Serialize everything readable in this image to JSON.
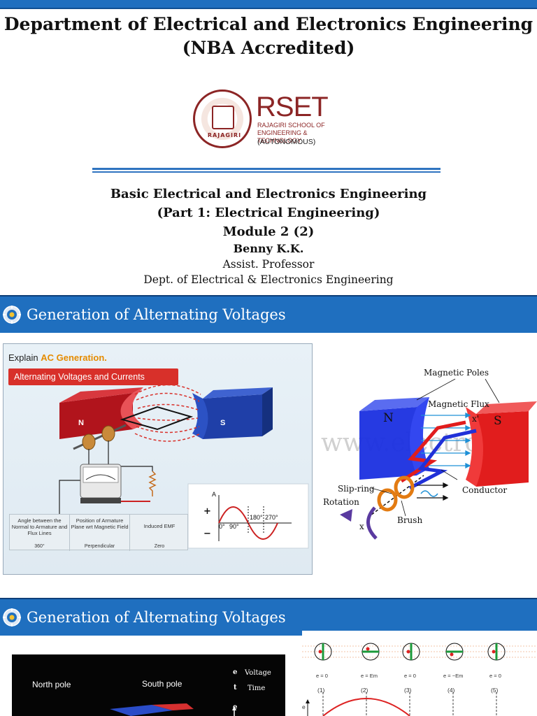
{
  "slide1": {
    "title_line1": "Department of Electrical and Electronics Engineering",
    "title_line2": "(NBA Accredited)",
    "logo": {
      "brand": "RSET",
      "line1": "RAJAGIRI SCHOOL OF",
      "line2": "ENGINEERING & TECHNOLOGY",
      "line3": "(AUTONOMOUS)",
      "seal_text": "RAJAGIRI"
    },
    "course_line1": "Basic Electrical and Electronics Engineering",
    "course_line2": "(Part 1: Electrical Engineering)",
    "course_line3": "Module 2 (2)",
    "presenter": "Benny K.K.",
    "role": "Assist. Professor",
    "department": "Dept. of Electrical & Electronics Engineering"
  },
  "slide2": {
    "title": "Generation of Alternating Voltages",
    "left_image": {
      "explain_prefix": "Explain ",
      "explain_accent": "AC Generation.",
      "banner": "Alternating Voltages and Currents",
      "pole_n": "N",
      "pole_s": "S",
      "graph_axis": "A",
      "graph_plus": "+",
      "graph_minus": "−",
      "tick_0": "0°",
      "tick_90": "90°",
      "tick_180": "180°",
      "tick_270": "270°",
      "table": {
        "col1_header": "Angle between the Normal to Armature and Flux Lines",
        "col2_header": "Position of Armature Plane wrt Magnetic Field",
        "col3_header": "Induced EMF",
        "col1_value": "360°",
        "col2_value": "Perpendicular",
        "col3_value": "Zero"
      }
    },
    "right_image": {
      "magnetic_poles": "Magnetic Poles",
      "magnetic_flux": "Magnetic Flux",
      "pole_n": "N",
      "pole_s": "S",
      "x_prime": "x'",
      "x": "x",
      "slip_ring": "Slip-ring",
      "rotation": "Rotation",
      "brush": "Brush",
      "conductor": "Conductor",
      "watermark": "www.electroni"
    }
  },
  "slide3": {
    "title": "Generation of Alternating Voltages",
    "left_image": {
      "north_pole": "North pole",
      "south_pole": "South pole",
      "legend_e_symbol": "e",
      "legend_e": "Voltage",
      "legend_t_symbol": "t",
      "legend_t": "Time",
      "legend_e2": "e"
    },
    "right_image": {
      "equations": [
        "e = 0",
        "e = Em",
        "e = 0",
        "e = −Em",
        "e = 0"
      ],
      "positions": [
        "(1)",
        "(2)",
        "(3)",
        "(4)",
        "(5)"
      ],
      "axis_e": "e"
    }
  },
  "colors": {
    "title_band": "#1f6fbf",
    "logo_maroon": "#8c2525",
    "divider": "#2f74c0"
  }
}
